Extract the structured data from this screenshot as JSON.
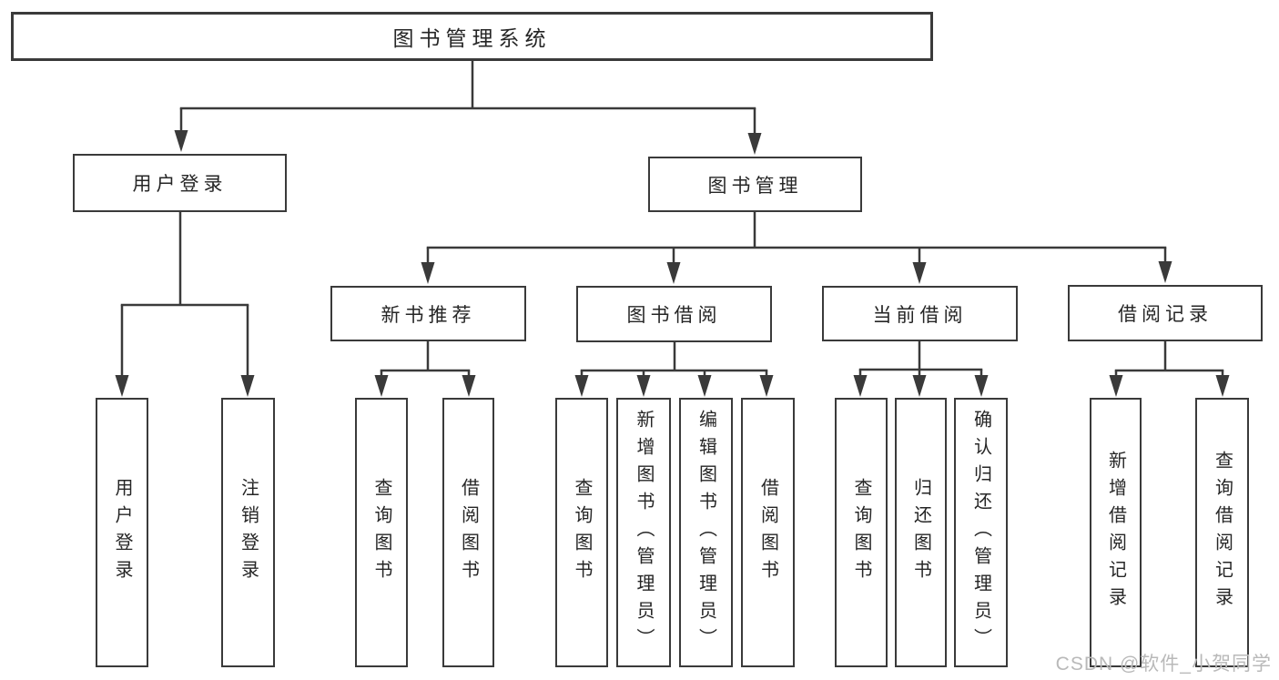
{
  "tree": {
    "root": "图书管理系统",
    "level2": {
      "login": {
        "label": "用户登录",
        "children": [
          "用户登录",
          "注销登录"
        ]
      },
      "management": {
        "label": "图书管理"
      }
    },
    "level3": [
      {
        "label": "新书推荐",
        "children": [
          "查询图书",
          "借阅图书"
        ]
      },
      {
        "label": "图书借阅",
        "children": [
          "查询图书",
          "新增图书（管理员）",
          "编辑图书（管理员）",
          "借阅图书"
        ]
      },
      {
        "label": "当前借阅",
        "children": [
          "查询图书",
          "归还图书",
          "确认归还（管理员）"
        ]
      },
      {
        "label": "借阅记录",
        "children": [
          "新增借阅记录",
          "查询借阅记录"
        ]
      }
    ]
  },
  "colors": {
    "line": "#3a3a3a",
    "text": "#262626",
    "watermark": "#b9b9b9",
    "background": "#ffffff"
  },
  "watermark": "CSDN @软件_小贺同学"
}
